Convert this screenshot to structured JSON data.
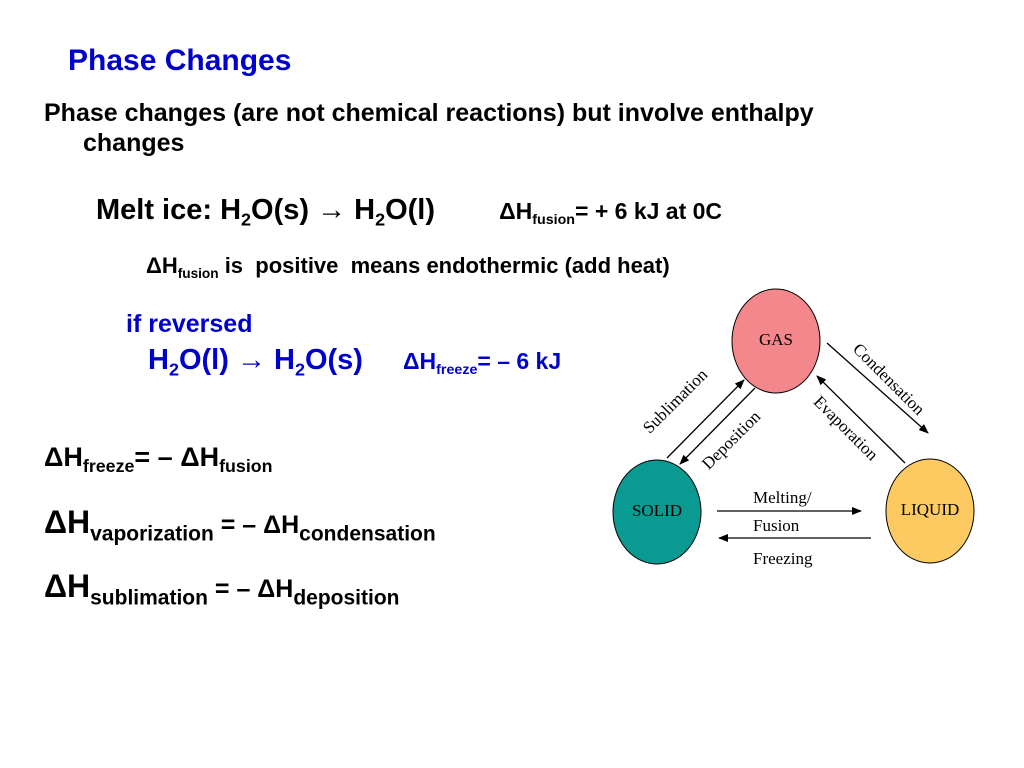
{
  "title": "Phase Changes",
  "intro": {
    "line1": "Phase changes (are not chemical reactions) but involve enthalpy",
    "line2": "changes"
  },
  "melt": {
    "prefix": "Melt ice: H",
    "sub1": "2",
    "mid": "O(s) → H",
    "sub2": "2",
    "suffix": "O(l)",
    "dh": "ΔH",
    "dh_sub": "fusion",
    "dh_value": "= + 6 kJ at 0C"
  },
  "positive": {
    "dh": "ΔH",
    "dh_sub": "fusion",
    "text": " is  positive  means endothermic (add heat)"
  },
  "if_reversed": "if reversed",
  "reverse": {
    "prefix": "H",
    "sub1": "2",
    "mid": "O(l) → H",
    "sub2": "2",
    "suffix": "O(s)",
    "dh": "ΔH",
    "dh_sub": "freeze",
    "dh_value": "= – 6 kJ"
  },
  "equations": [
    {
      "lhs": "ΔH",
      "lhs_sub": "freeze",
      "op": "= – ",
      "rhs": "ΔH",
      "rhs_sub": "fusion"
    },
    {
      "lhs": "ΔH",
      "lhs_sub": "vaporization",
      "op": " = – ",
      "rhs": "ΔH",
      "rhs_sub": "condensation"
    },
    {
      "lhs": "ΔH",
      "lhs_sub": "sublimation",
      "op": " = – ",
      "rhs": "ΔH",
      "rhs_sub": "deposition"
    }
  ],
  "diagram": {
    "nodes": {
      "gas": "GAS",
      "solid": "SOLID",
      "liquid": "LIQUID"
    },
    "edges": {
      "sublimation": "Sublimation",
      "deposition": "Deposition",
      "condensation": "Condensation",
      "evaporation": "Evaporation",
      "melting": "Melting/",
      "fusion": "Fusion",
      "freezing": "Freezing"
    },
    "colors": {
      "gas": "#f4878c",
      "solid": "#0b9a91",
      "liquid": "#fcca60",
      "title": "#0000cc"
    }
  }
}
